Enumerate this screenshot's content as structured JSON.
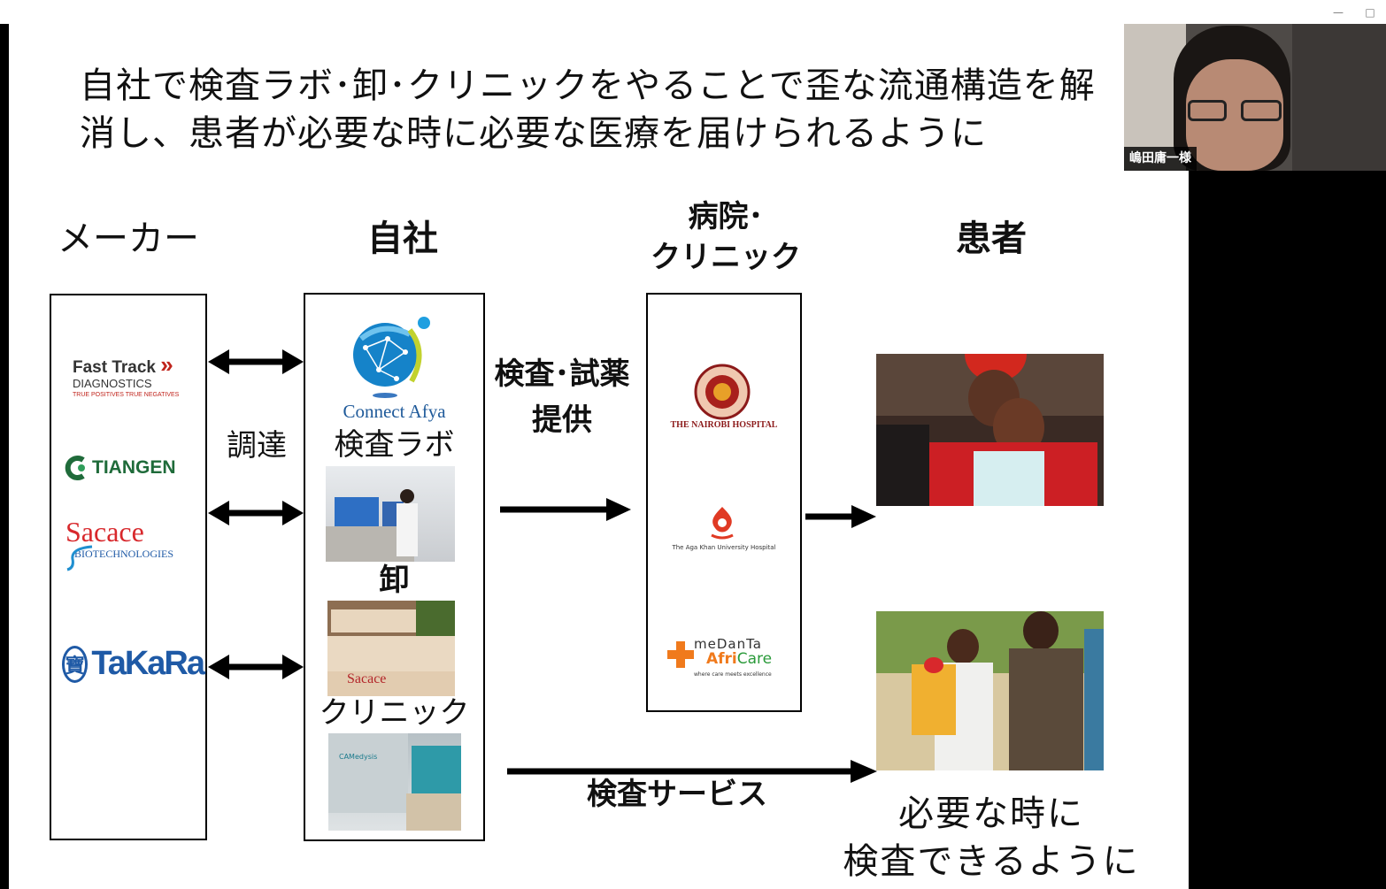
{
  "window": {
    "minimize_icon": "—",
    "maximize_icon": "□"
  },
  "slide": {
    "title_line1": "自社で検査ラボ･卸･クリニックをやることで歪な流通構造を解",
    "title_line2": "消し、患者が必要な時に必要な医療を届けられるように",
    "columns": {
      "maker": "メーカー",
      "company": "自社",
      "hospital_line1": "病院･",
      "hospital_line2": "クリニック",
      "patient": "患者"
    },
    "labels": {
      "procurement": "調達",
      "supply_line1": "検査･試薬",
      "supply_line2": "提供",
      "lab": "検査ラボ",
      "wholesale": "卸",
      "clinic": "クリニック",
      "test_service": "検査サービス",
      "patient_msg_line1": "必要な時に",
      "patient_msg_line2": "検査できるように"
    },
    "makers": {
      "fasttrack_name": "Fast Track",
      "fasttrack_sub": "DIAGNOSTICS",
      "fasttrack_tag": "TRUE POSITIVES  TRUE NEGATIVES",
      "tiangen": "TIANGEN",
      "sacace": "Sacace",
      "sacace_sub": "BIOTECHNOLOGIES",
      "takara": "TaKaRa",
      "takara_mark": "寶"
    },
    "company_logo": "Connect Afya",
    "clinic_sign": "CAMedysis",
    "hospitals": {
      "nairobi": "THE NAIROBI HOSPITAL",
      "aga_khan": "The Aga Khan University Hospital",
      "medanta": "meDanTa",
      "africare_a": "Afri",
      "africare_b": "Care",
      "africare_tag": "where care meets excellence"
    },
    "wholesale_box_text": "Sacace"
  },
  "participant": {
    "name": "嶋田庸一様"
  },
  "colors": {
    "accent_red": "#c0241c",
    "takara_blue": "#1f5aa6",
    "sacace_red": "#d8282c",
    "tiangen_green": "#1f6b3a"
  }
}
